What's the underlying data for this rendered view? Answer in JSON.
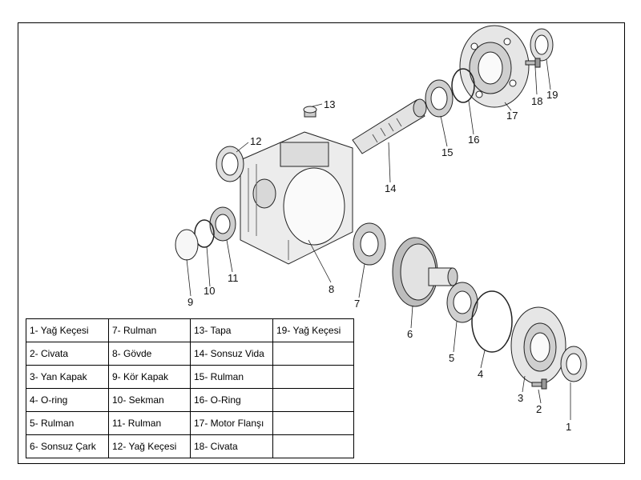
{
  "callouts": [
    "1",
    "2",
    "3",
    "4",
    "5",
    "6",
    "7",
    "8",
    "9",
    "10",
    "11",
    "12",
    "13",
    "14",
    "15",
    "16",
    "17",
    "18",
    "19"
  ],
  "legend": {
    "rows": [
      [
        "1- Yağ Keçesi",
        "7- Rulman",
        "13- Tapa",
        "19- Yağ Keçesi"
      ],
      [
        "2- Civata",
        "8- Gövde",
        "14- Sonsuz Vida",
        ""
      ],
      [
        "3- Yan Kapak",
        "9- Kör Kapak",
        "15- Rulman",
        ""
      ],
      [
        "4- O-ring",
        "10- Sekman",
        "16- O-Ring",
        ""
      ],
      [
        "5- Rulman",
        "11- Rulman",
        "17- Motor Flanşı",
        ""
      ],
      [
        "6- Sonsuz Çark",
        "12- Yağ Keçesi",
        "18- Civata",
        ""
      ]
    ]
  },
  "colors": {
    "line": "#222222",
    "fill_light": "#f4f4f4",
    "fill_mid": "#d6d6d6",
    "fill_dark": "#9a9a9a"
  }
}
